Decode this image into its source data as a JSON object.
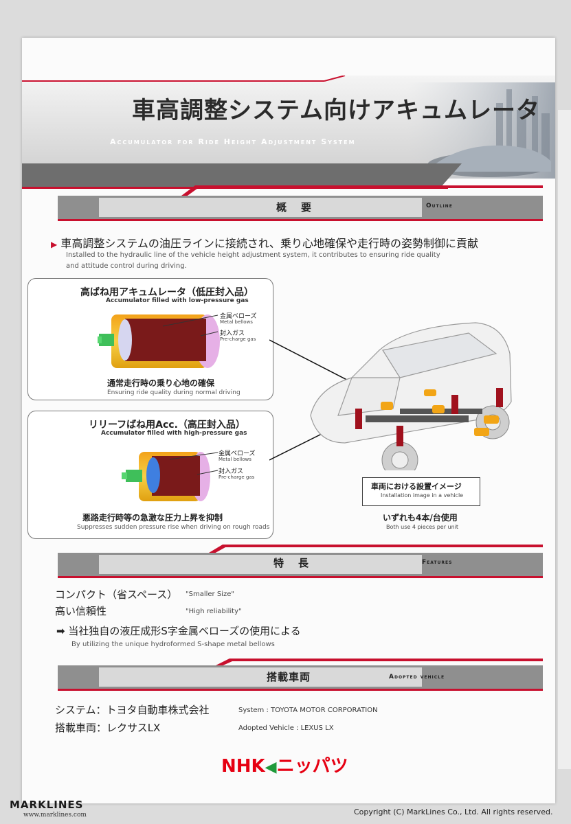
{
  "title": {
    "jp": "車高調整システム向けアキュムレータ",
    "en": "Accumulator for Ride Height Adjustment System"
  },
  "outline": {
    "heading_jp": "概　要",
    "heading_en": "Outline",
    "lead_jp": "車高調整システムの油圧ラインに接続され、乗り心地確保や走行時の姿勢制御に貢献",
    "lead_en_1": "Installed to the hydraulic line of the vehicle height adjustment system, it contributes to ensuring ride quality",
    "lead_en_2": "and attitude control during driving."
  },
  "box_low": {
    "title_jp": "高ばね用アキュムレータ（低圧封入品）",
    "title_en": "Accumulator filled with low-pressure gas",
    "label1_jp": "金属ベローズ",
    "label1_en": "Metal bellows",
    "label2_jp": "封入ガス",
    "label2_en": "Pre-charge gas",
    "caption_jp": "通常走行時の乗り心地の確保",
    "caption_en": "Ensuring ride quality during normal driving"
  },
  "box_high": {
    "title_jp": "リリーフばね用Acc.（高圧封入品）",
    "title_en": "Accumulator filled with high-pressure gas",
    "label1_jp": "金属ベローズ",
    "label1_en": "Metal bellows",
    "label2_jp": "封入ガス",
    "label2_en": "Pre-charge gas",
    "caption_jp": "悪路走行時等の急激な圧力上昇を抑制",
    "caption_en": "Suppresses sudden pressure rise when driving on rough roads"
  },
  "vehicle": {
    "install_jp": "車両における設置イメージ",
    "install_en": "Installation image in a vehicle",
    "count_jp": "いずれも4本/台使用",
    "count_en": "Both use 4 pieces per unit"
  },
  "features": {
    "heading_jp": "特　長",
    "heading_en": "Features",
    "item1_jp": "コンパクト（省スペース）",
    "item1_en": "\"Smaller Size\"",
    "item2_jp": "高い信頼性",
    "item2_en": "\"High reliability\"",
    "arrow_jp": "当社独自の液圧成形S字金属ベローズの使用による",
    "arrow_en": "By utilizing the unique hydroformed S-shape metal bellows"
  },
  "adopted": {
    "heading_jp": "搭載車両",
    "heading_en": "Adopted vehicle",
    "system_jp": "システム：トヨタ自動車株式会社",
    "system_en": "System : TOYOTA MOTOR CORPORATION",
    "vehicle_jp": "搭載車両：レクサスLX",
    "vehicle_en": "Adopted Vehicle : LEXUS LX"
  },
  "brand": {
    "nhk": "NHK",
    "nippatsu": "ニッパツ"
  },
  "watermark": {
    "logo": "MARKLINES",
    "url": "www.marklines.com",
    "copyright": "Copyright (C) MarkLines Co., Ltd. All rights reserved."
  },
  "colors": {
    "accent_red": "#c8102e",
    "bar_gray": "#8a8a8a",
    "nhk_red": "#e60012",
    "nhk_green": "#1f9a3a"
  }
}
